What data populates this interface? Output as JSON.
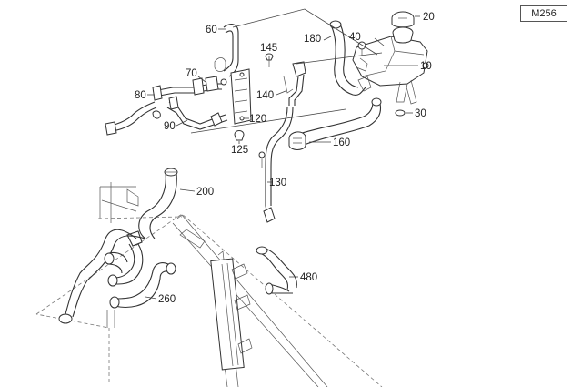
{
  "diagram": {
    "badge": "M256",
    "callouts": [
      {
        "id": "c20",
        "text": "20"
      },
      {
        "id": "c40",
        "text": "40"
      },
      {
        "id": "c180",
        "text": "180"
      },
      {
        "id": "c10",
        "text": "10"
      },
      {
        "id": "c60",
        "text": "60"
      },
      {
        "id": "c145",
        "text": "145"
      },
      {
        "id": "c70",
        "text": "70"
      },
      {
        "id": "c80",
        "text": "80"
      },
      {
        "id": "c140",
        "text": "140"
      },
      {
        "id": "c30",
        "text": "30"
      },
      {
        "id": "c90",
        "text": "90"
      },
      {
        "id": "c120",
        "text": "120"
      },
      {
        "id": "c125",
        "text": "125"
      },
      {
        "id": "c160",
        "text": "160"
      },
      {
        "id": "c200",
        "text": "200"
      },
      {
        "id": "c130",
        "text": "130"
      },
      {
        "id": "c480",
        "text": "480"
      },
      {
        "id": "c260",
        "text": "260"
      }
    ]
  }
}
